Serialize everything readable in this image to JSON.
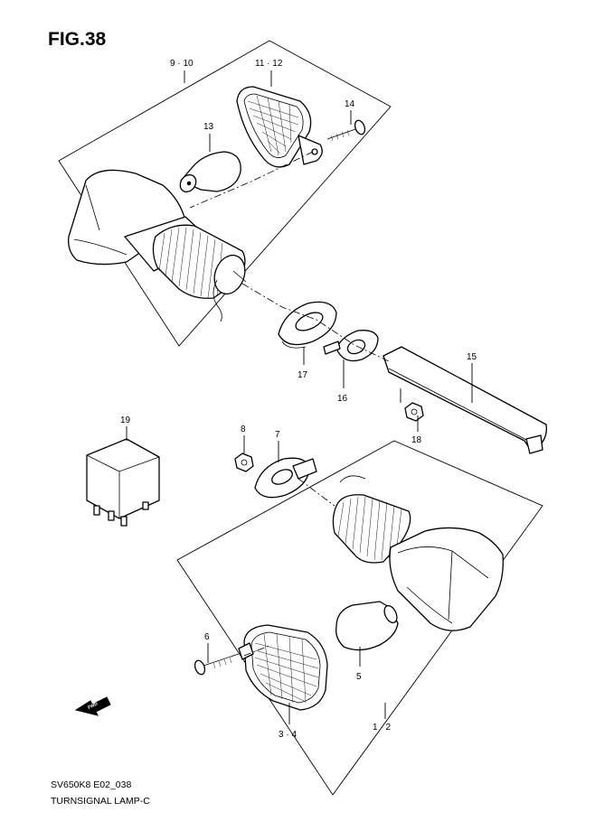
{
  "figure": {
    "title": "FIG.38",
    "code": "SV650K8 E02_038",
    "name": "TURNSIGNAL LAMP-C",
    "fwd_text": "FWD"
  },
  "callouts": {
    "p9_10": "9 · 10",
    "p11_12": "11 · 12",
    "p13": "13",
    "p14": "14",
    "p15": "15",
    "p16": "16",
    "p17": "17",
    "p18": "18",
    "p19": "19",
    "p8": "8",
    "p7": "7",
    "p6": "6",
    "p5": "5",
    "p3_4": "3 · 4",
    "p1_2": "1 · 2"
  }
}
